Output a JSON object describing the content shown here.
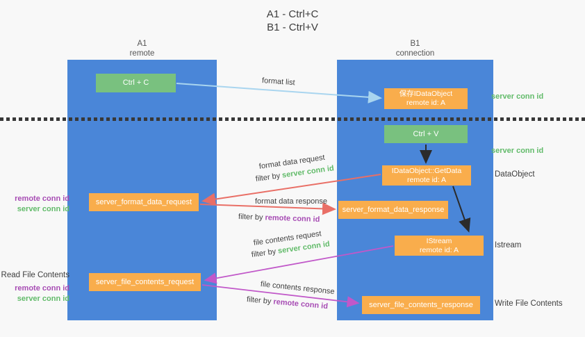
{
  "title": {
    "line1": "A1 - Ctrl+C",
    "line2": "B1 - Ctrl+V"
  },
  "columns": {
    "a1": {
      "name": "A1",
      "subtitle": "remote"
    },
    "b1": {
      "name": "B1",
      "subtitle": "connection"
    }
  },
  "nodes": {
    "ctrl_c": {
      "label": "Ctrl + C"
    },
    "ctrl_v": {
      "label": "Ctrl + V"
    },
    "save_idataobject": {
      "line1": "保存IDataObject",
      "line2": "remote id: A"
    },
    "idataobject_getdata": {
      "line1": "IDataObject::GetData",
      "line2": "remote id: A"
    },
    "istream": {
      "line1": "IStream",
      "line2": "remote id: A"
    },
    "server_format_data_request": {
      "label": "server_format_data_request"
    },
    "server_format_data_response": {
      "label": "server_format_data_response"
    },
    "server_file_contents_request": {
      "label": "server_file_contents_request"
    },
    "server_file_contents_response": {
      "label": "server_file_contents_response"
    }
  },
  "edge_labels": {
    "format_list": "format list",
    "format_data_request": "format data request",
    "format_data_response": "format data response",
    "file_contents_request": "file contents request",
    "file_contents_response": "file contents response",
    "filter_by": "filter by ",
    "server_conn_id": "server conn id",
    "remote_conn_id": "remote conn id"
  },
  "right_labels": {
    "server_conn_id_top": "server conn id",
    "server_conn_id_mid": "server conn id",
    "dataobject": "DataObject",
    "istream": "Istream",
    "write_file_contents": "Write File Contents"
  },
  "left_labels": {
    "group1": {
      "remote": "remote conn id",
      "server": "server conn id"
    },
    "read_file_contents": "Read File Contents",
    "group2": {
      "remote": "remote conn id",
      "server": "server conn id"
    }
  },
  "colors": {
    "column_blue": "#4a86d8",
    "node_green": "#79c17f",
    "node_orange": "#f9ad4c",
    "arrow_lightblue": "#a9d5ef",
    "arrow_red": "#e96f66",
    "arrow_purple": "#c158c9",
    "arrow_black": "#2b2b2b",
    "text_green": "#62bb6a",
    "text_purple": "#a74cb4"
  }
}
